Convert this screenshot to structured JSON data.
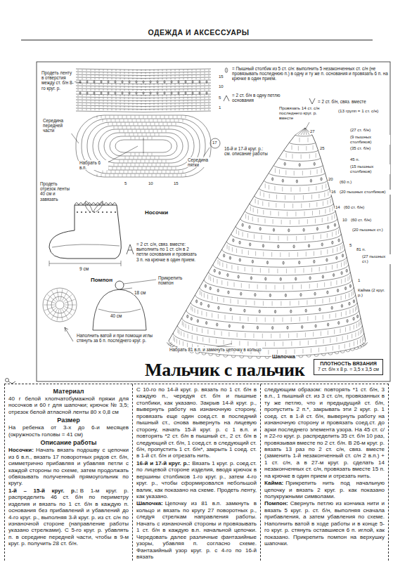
{
  "diagram": {
    "title": "Мальчик с пальчик",
    "nodes": [
      {
        "text": [
          "ПЛОТНОСТЬ ВЯЗАНИЯ",
          "7 ст. б/н х 8 р. = 3,5 х 3,5 см"
        ]
      }
    ],
    "labels": [
      "ОДЕЖДА И АКСЕССУАРЫ",
      "Продеть ленту в отверстия между ст. б/н 8-го круг. р.",
      "15",
      "10",
      "5",
      "1",
      "Середина передней части",
      "17",
      "Середина пятки",
      "Набрать 6 в.п.",
      "16-й и 17-й круг. р.: см. описание работы",
      "5",
      "10",
      "15",
      "Продеть отрезок ленты 40 см и завязать",
      "Носочки",
      "9 см",
      "Помпон",
      "18 см",
      "Прикрепить помпон",
      "40 см",
      "Наполнить ватой и при помощи иглы стянуть за 6 п. последнего круг. р.",
      "Провязать 14 ст. с/н последнего круг. р. вместе",
      "(13 групп = 1 ст. с/н)",
      "27",
      "(27 ст. б/н)",
      "(9 пышных столбиков)",
      "25",
      "(35 ст. б/н)",
      "45 п.",
      "(15 пышных столбиков)",
      "20",
      "(60 п.)",
      "16",
      "(20 пышных столбиков)",
      "14",
      "(60 ст. б/н)",
      "10",
      "(60 ст. б/н)",
      "(20 пышных ст.)",
      "5",
      "81 п.",
      "(27 пышных ст.)",
      "1",
      "Кайма (2 круг. р.)",
      "Набрать 81 в.п. и замкнуть цепочку в кольцо",
      "Шапочка",
      "Материал",
      "40 г белой хлопчатобумажной пряжи для носочков и 60 г для шапочки; крючок № 3,5; отрезок белой атласной ленты 80 х 0,8 см",
      "Размер",
      "На ребенка от 3-х до 6-и месяцев (окружность головы = 41 см)",
      "Описание работы",
      "Носочки:",
      "Начать вязать подошву с цепочки из 6 в.п., вязать 17 поворотных рядов ст. б/н, симметрично прибавляя и убавляя петли с каждой стороны по схеме, затем продолжать обвязывать полученный прямоугольник по кругу.",
      "1-й – 15-й круг. р.:",
      "В 1-м круг. р. распределить 46 ст. б/н по периметру изделия и вязать по 1 ст. б/н в каждую п. основания без прибавлений и убавлений до 4-го круг. р., выполняя 3-й круг. р. из ст. с/н по изнаночной стороне (направление работы указано стрелками). С 5-го круг. р. убавлять п. в середине передней части, чтобы в 9-м круг. р. получить 28 ст. б/н.",
      "С 10-го по 14-й круг. р. вязать по 1 ст. б/н в каждую п., чередуя ст. б/н и пышные столбики, как указано. Закрыв 14-й круг. р., вывернуть работу на изнаночную сторону, провязать еще один соед.ст. в последний пышный ст., снова вывернуть на лицевую сторону, начать 15-й круг. р. с 1 в.п. и повторять *2 ст. б/н в пышный ст., 2 ст. б/н в следующий ст. б/н, 1 соед.ст. в следующий ст. б/н, пропустить 1 ст. б/н*, закрыть 1 соед. ст. в 1-й ст. б/н и отрезать нить.",
      "16-й и 17-й круг. р.:",
      "Вязать 1 круг. р. соед.ст. по лицевой стороне изделия, вводя крючок в вершины столбиков 1-го круг. р., затем 4-го круг. р., чтобы сформировался небольшой валик, как показано на схеме. Продеть ленту, как указано.",
      "Шапочка:",
      "Цепочку из 81 в.п. замкнуть в кольцо и вязать по кругу 27 поворотных р., следуя стрелкам направления работы. Начать с изнаночной стороны и провязывать 1 ст. б/н в каждую в.п. начальной цепочки. Чередовать далее различные фантазийные узоры, убавляя п. согласно схеме. Фантазийный узор круг. р. с 4-го по 16-й вязать",
      "следующим образом: повторять *1 ст. б/н, 3 в.п., 1 пышный ст. из 3 ст. с/н, провязанных в ту же петлю, что и предыдущий ст. б/н, пропустить 2 п.*, закрывать эти 2 круг. р. 1 соед. ст. в 1-й ст. б/н, вывернуть работу на изнаночную сторону и провязать соед.ст. до арки последнего элемента узора. На 45 ст. с/н 22-го круг. р. распределить 35 ст. б/н 10 раз, провязывая вместе по 2 ст. б/н. В 26-м круг. р. вязать 13 раз по 2 ст. с/н, связ. вместе (заменить 1-й незаконченный ст. с/н 2 в.п.) + 1 ст. с/н, а в 27-м круг. р. сделать 14 незаконченных ст. с/н, провязать вместе 15 п. на крючке в один прием и отрезать нить.",
      "Кайма:",
      "Прикрепить нить под начальную цепочку и вязать 2 круг. р. как показано полукружными символами.",
      "Помпон:",
      "Свернуть петлю из кончика нити и вязать 5 круг. р. ст. б/н, выполняя сначала прибавления, а затем убавления по схеме. Наполнить ватой в ходе работы и в конце 5-го круг. р. стянуть оставшиеся 6 п. иглой, как показано. Прикрепить помпон на верхушку шапочки."
    ],
    "legend": [
      {
        "text": "= Пышный столбик из 5 ст. с/н: выполнить 5 незаконченных ст. с/н (не провязывать последнюю п.) в одну и ту же п. основания и провязать 6 п. на крючке в один прием."
      },
      {
        "text": "= 2 ст. б/н в одну петлю основания"
      },
      {
        "text": "= 2 ст. б/н, связ. вместе"
      },
      {
        "text": "= 2 ст. с/н, связ. вместе: выполнить по 1 ст. с/н в 2 петли основания и провязать 3 п. на крючке в один прием."
      }
    ]
  }
}
